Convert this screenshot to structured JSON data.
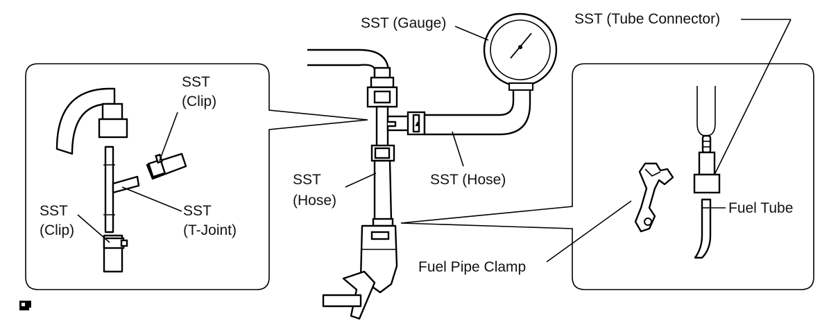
{
  "labels": {
    "sst_gauge": "SST (Gauge)",
    "sst_tube_connector": "SST (Tube Connector)",
    "sst_clip_top_1": "SST",
    "sst_clip_top_2": "(Clip)",
    "sst_clip_bottom_1": "SST",
    "sst_clip_bottom_2": "(Clip)",
    "sst_tjoint_1": "SST",
    "sst_tjoint_2": "(T-Joint)",
    "sst_hose_center_1": "SST",
    "sst_hose_center_2": "(Hose)",
    "sst_hose_right": "SST (Hose)",
    "fuel_tube": "Fuel Tube",
    "fuel_pipe_clamp": "Fuel Pipe Clamp"
  },
  "icons": {
    "corner_mark": "page-corner-icon"
  }
}
